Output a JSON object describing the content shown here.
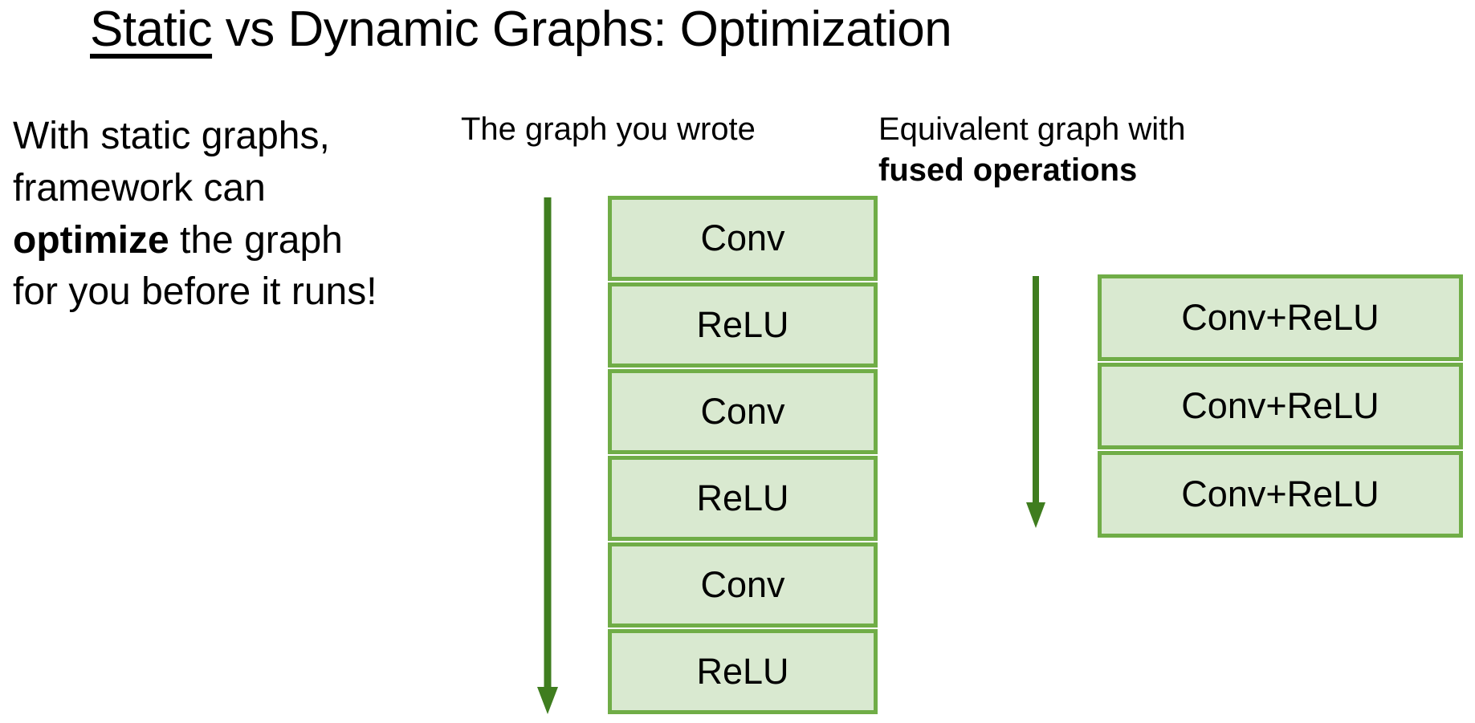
{
  "slide": {
    "title_underlined": "Static",
    "title_rest": " vs Dynamic Graphs: Optimization",
    "background_color": "#ffffff"
  },
  "left_body": {
    "line1": "With static graphs,",
    "line2": "framework can",
    "emphasis": "optimize",
    "line3_rest": " the graph",
    "line4": "for you before it runs!"
  },
  "middle_column": {
    "heading": "The graph you wrote",
    "arrow_icon": "down-arrow-icon",
    "arrow_color": "#3f7d1f",
    "box_border_color": "#70ad47",
    "box_fill_color": "#d9e9d0",
    "boxes": [
      {
        "label": "Conv"
      },
      {
        "label": "ReLU"
      },
      {
        "label": "Conv"
      },
      {
        "label": "ReLU"
      },
      {
        "label": "Conv"
      },
      {
        "label": "ReLU"
      }
    ]
  },
  "right_column": {
    "heading_regular": "Equivalent graph with",
    "heading_bold": "fused operations",
    "arrow_icon": "down-arrow-icon",
    "arrow_color": "#3f7d1f",
    "box_border_color": "#70ad47",
    "box_fill_color": "#d9e9d0",
    "boxes": [
      {
        "label": "Conv+ReLU"
      },
      {
        "label": "Conv+ReLU"
      },
      {
        "label": "Conv+ReLU"
      }
    ]
  }
}
